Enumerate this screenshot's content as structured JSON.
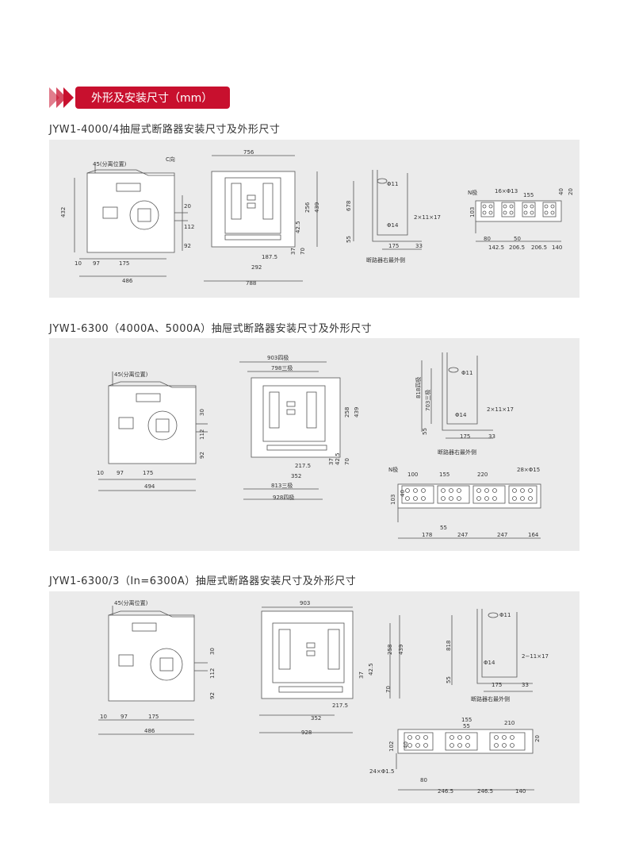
{
  "header": {
    "title": "外形及安装尺寸（mm）"
  },
  "sections": [
    {
      "title": "JYW1-4000/4抽屉式断路器安装尺寸及外形尺寸",
      "side": {
        "offset": "45(分离位置)",
        "c_dir": "C向",
        "h432": "432",
        "v20": "20",
        "v112": "112",
        "v92": "92",
        "h10": "10",
        "h97": "97",
        "h175": "175",
        "h486": "486"
      },
      "front": {
        "w756": "756",
        "h439": "439",
        "h256": "256",
        "h42": "42.5",
        "h37": "37",
        "h70": "70",
        "w187": "187.5",
        "w292": "292",
        "w788": "788"
      },
      "mount": {
        "h678": "678",
        "h55": "55",
        "phi11": "Φ11",
        "phi14": "Φ14",
        "slot": "2×11×17",
        "w175": "175",
        "w33": "33",
        "note": "断路器右最外侧"
      },
      "bus": {
        "n": "N极",
        "holes": "16×Φ13",
        "w155": "155",
        "v40": "40",
        "v20": "20",
        "h103": "103",
        "w80": "80",
        "w50": "50",
        "w142": "142.5",
        "w206a": "206.5",
        "w206b": "206.5",
        "w140": "140"
      }
    },
    {
      "title": "JYW1-6300（4000A、5000A）抽屉式断路器安装尺寸及外形尺寸",
      "side": {
        "offset": "45(分离位置)",
        "v30": "30",
        "v112": "112",
        "v92": "92",
        "h10": "10",
        "h97": "97",
        "h175": "175",
        "h494": "494"
      },
      "front": {
        "w903": "903四极",
        "w798": "798三极",
        "h258": "258",
        "h439": "439",
        "w217": "217.5",
        "w352": "352",
        "h37": "37",
        "h42": "42.5",
        "h70": "70",
        "w813": "813三极",
        "w928": "928四极"
      },
      "mount": {
        "h818": "818四极",
        "h703": "703三极",
        "h55": "55",
        "phi11": "Φ11",
        "phi14": "Φ14",
        "slot": "2×11×17",
        "w175": "175",
        "w33": "33",
        "note": "断路器右最外侧"
      },
      "bus": {
        "n": "N极",
        "w100": "100",
        "w155": "155",
        "w220": "220",
        "holes": "28×Φ15",
        "h103": "103",
        "v40": "40",
        "w55": "55",
        "w178": "178",
        "w247a": "247",
        "w247b": "247",
        "w164": "164"
      }
    },
    {
      "title": "JYW1-6300/3（In=6300A）抽屉式断路器安装尺寸及外形尺寸",
      "side": {
        "offset": "45(分离位置)",
        "v30": "30",
        "v112": "112",
        "v92": "92",
        "h10": "10",
        "h97": "97",
        "h175": "175",
        "h486": "486"
      },
      "front": {
        "w903": "903",
        "h258": "258",
        "h439": "439",
        "h37": "37",
        "h42": "42.5",
        "h70": "70",
        "w217": "217.5",
        "w352": "352",
        "w928": "928"
      },
      "mount": {
        "phi11": "Φ11",
        "h818": "818",
        "h55": "55",
        "phi14": "Φ14",
        "slot": "2−11×17",
        "w175": "175",
        "w33": "33",
        "note": "断路器右最外侧"
      },
      "bus": {
        "w155": "155",
        "w55": "55",
        "w210": "210",
        "v40": "40",
        "h102": "102",
        "v20": "20",
        "holes": "24×Φ1.5",
        "w80": "80",
        "w246a": "246.5",
        "w246b": "246.5",
        "w140": "140"
      }
    }
  ]
}
